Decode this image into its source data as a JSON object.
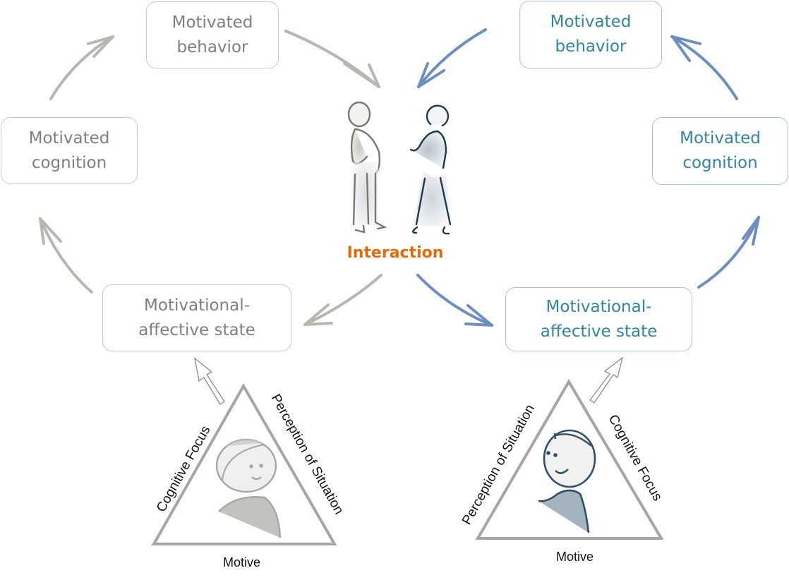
{
  "title": "Motivation interaction cycle",
  "center": {
    "label": "Interaction",
    "color": "#e36c0a"
  },
  "left_person": {
    "color": "#7f7f7f",
    "boxes": {
      "behavior": [
        "Motivated",
        "behavior"
      ],
      "cognition": [
        "Motivated",
        "cognition"
      ],
      "state": [
        "Motivational-",
        "affective state"
      ]
    },
    "triangle": {
      "left_side": "Cognitive Focus",
      "right_side": "Perception of Situation",
      "bottom": "Motive"
    }
  },
  "right_person": {
    "color": "#31859c",
    "boxes": {
      "behavior": [
        "Motivated",
        "behavior"
      ],
      "cognition": [
        "Motivated",
        "cognition"
      ],
      "state": [
        "Motivational-",
        "affective state"
      ]
    },
    "triangle": {
      "left_side": "Perception of Situation",
      "right_side": "Cognitive Focus",
      "bottom": "Motive"
    }
  },
  "colors": {
    "grey_arrow": "#b8b6b0",
    "blue_arrow": "#6d8fc0",
    "triangle": "#a6a6a6"
  }
}
